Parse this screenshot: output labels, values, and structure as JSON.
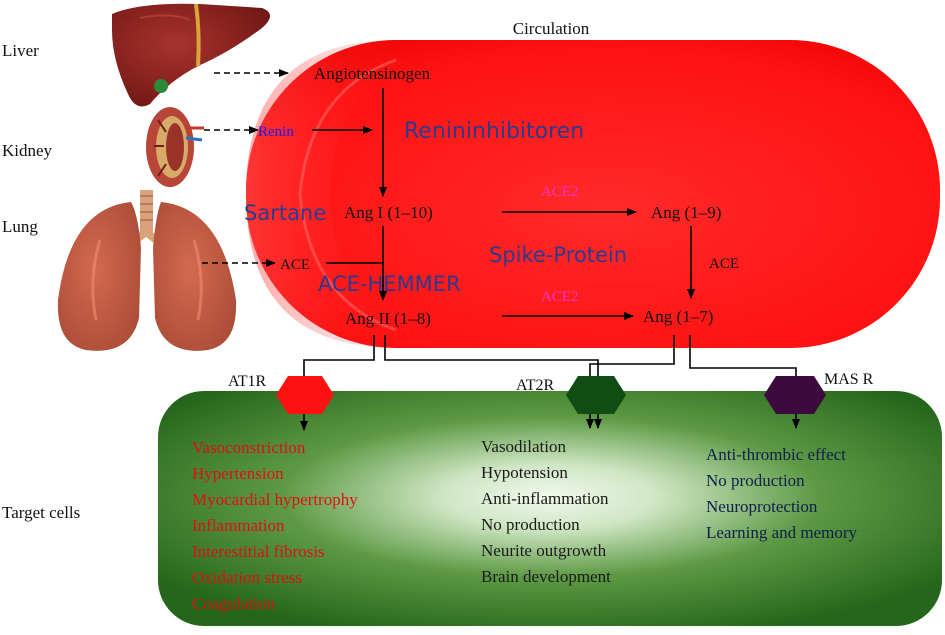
{
  "labels": {
    "circulation": "Circulation",
    "liver": "Liver",
    "kidney": "Kidney",
    "lung": "Lung",
    "target_cells": "Target cells"
  },
  "pathway": {
    "angiotensinogen": "Angiotensinogen",
    "renin": "Renin",
    "ang_i": "Ang I (1–10)",
    "ace": "ACE",
    "ang_ii": "Ang II (1–8)",
    "ace2_top": "ACE2",
    "ace2_bottom": "ACE2",
    "ang_1_9": "Ang (1–9)",
    "ace_right": "ACE",
    "ang_1_7": "Ang (1–7)"
  },
  "inhibitors": {
    "renin_inhibitors": "Renininhibitoren",
    "sartane": "Sartane",
    "spike_protein": "Spike-Protein",
    "ace_hemmer": "ACE-HEMMER"
  },
  "receptors": {
    "at1r": "AT1R",
    "at2r": "AT2R",
    "mas_r": "MAS R"
  },
  "effects": {
    "at1r": [
      "Vasoconstriction",
      "Hypertension",
      "Myocardial hypertrophy",
      "Inflammation",
      "Interestitial fibrosis",
      "Oxidation stress",
      "Coagulation"
    ],
    "at2r": [
      "Vasodilation",
      "Hypotension",
      "Anti-inflammation",
      "No production",
      "Neurite outgrowth",
      "Brain development"
    ],
    "mas_r": [
      "Anti-thrombic effect",
      "No production",
      "Neuroprotection",
      "Learning and memory"
    ]
  },
  "colors": {
    "circulation_red": "#ff1a1a",
    "target_green": "#2e7d1e",
    "at1r_hex": "#ff1111",
    "at2r_hex": "#0f4d14",
    "masr_hex": "#3d0a3d",
    "effect_red": "#e01010",
    "effect_dark": "#1a1a1a",
    "effect_navy": "#0d1f4d",
    "inhibitor_blue": "#2b3a8f",
    "ace2_magenta": "#ff33cc",
    "renin_blue": "#1a1aff"
  }
}
